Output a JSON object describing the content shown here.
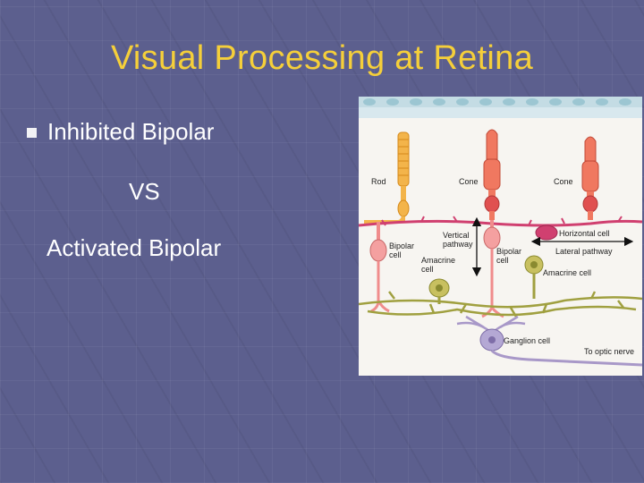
{
  "slide": {
    "title": "Visual Processing at Retina",
    "bullet": "Inhibited Bipolar",
    "vs": "VS",
    "activated": "Activated Bipolar"
  },
  "diagram": {
    "labels": {
      "rod": "Rod",
      "cone1": "Cone",
      "cone2": "Cone",
      "bipolar_left": [
        "Bipolar",
        "cell"
      ],
      "vertical_pathway": [
        "Vertical",
        "pathway"
      ],
      "horizontal_cell": "Horizontal cell",
      "lateral_pathway": "Lateral pathway",
      "amacrine_left": [
        "Amacrine",
        "cell"
      ],
      "bipolar_center": [
        "Bipolar",
        "cell"
      ],
      "amacrine_right": "Amacrine cell",
      "ganglion_cell": "Ganglion cell",
      "optic_nerve": "To optic nerve"
    }
  },
  "colors": {
    "background": "#5c5f8e",
    "title": "#f5cf3a",
    "text": "#ffffff",
    "rod": "#f0a030",
    "cone": "#f07058",
    "horizontal": "#d04070",
    "bipolar": "#f08c8c",
    "amacrine": "#a0a040",
    "ganglion": "#a898c8"
  }
}
